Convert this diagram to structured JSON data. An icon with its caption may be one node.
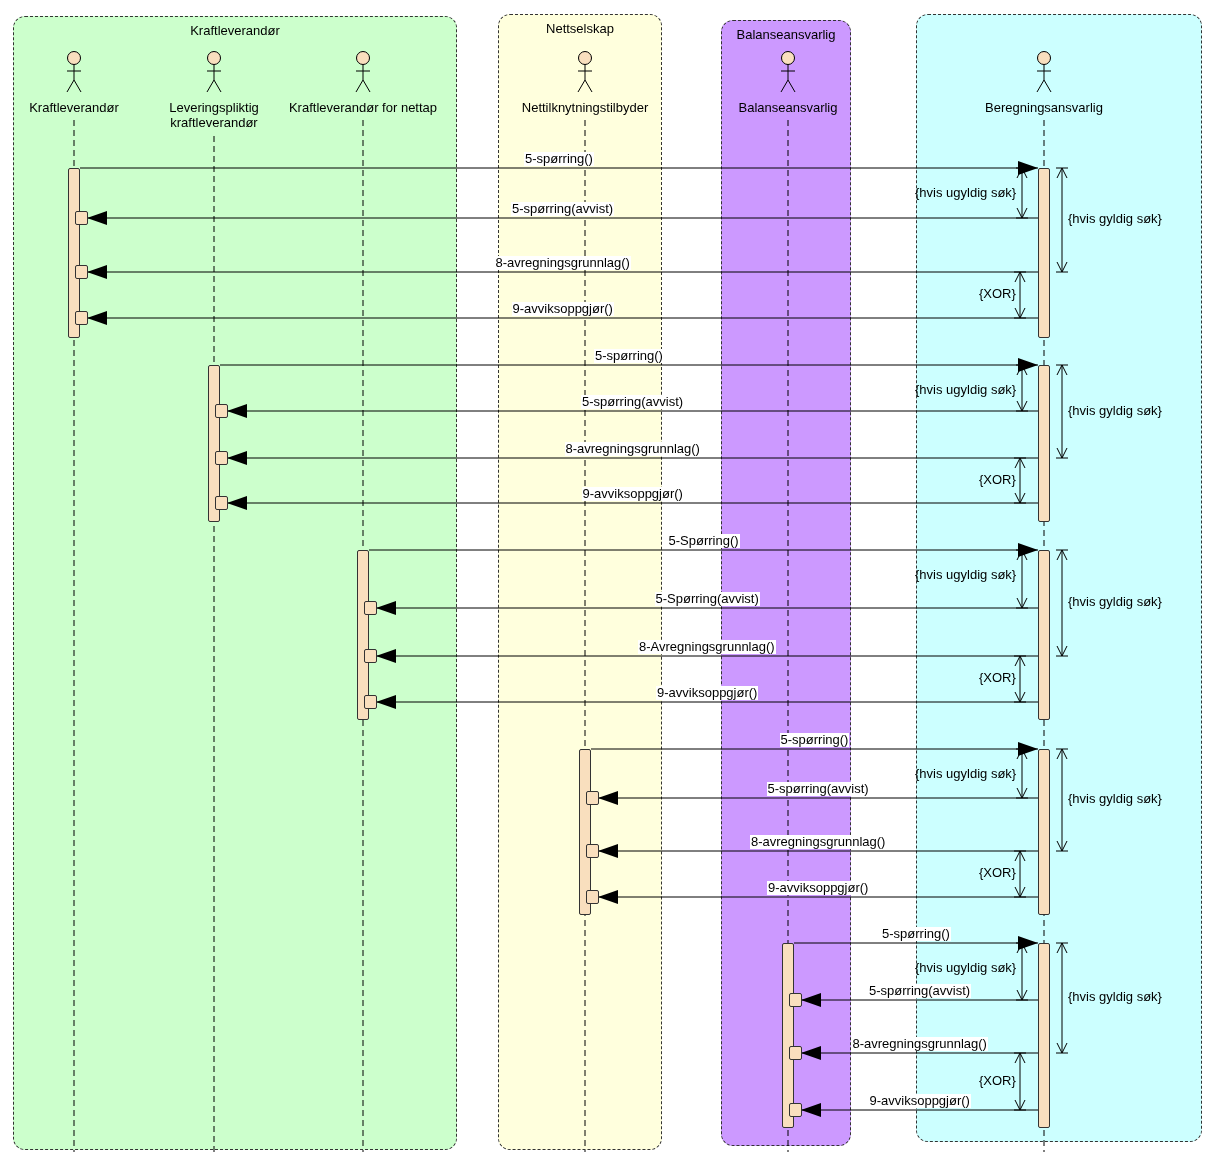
{
  "diagram": {
    "nodes": [
      {
        "text": [
          "Kraftleverandør"
        ]
      },
      {
        "text": [
          "Kraftleverandør"
        ],
        "in": 0
      },
      {
        "text": [
          "Leveringspliktig kraftleverandør"
        ],
        "in": 0
      },
      {
        "text": [
          "Kraftleverandør for nettap"
        ],
        "in": 0
      },
      {
        "text": [
          "Nettselskap"
        ]
      },
      {
        "text": [
          "Nettilknytningstilbyder"
        ],
        "in": 4
      },
      {
        "text": [
          "Balanseansvarlig"
        ]
      },
      {
        "text": [
          "Balanseansvarlig"
        ],
        "in": 6
      },
      {
        "text": [],
        "shape": "box"
      },
      {
        "text": [
          "Beregningsansvarlig"
        ],
        "in": 8
      },
      {
        "text": [],
        "shape": "bar",
        "in": 0
      },
      {
        "text": [],
        "shape": "bar",
        "in": 8
      },
      {
        "text": [],
        "shape": "bar",
        "in": 0
      },
      {
        "text": [],
        "shape": "bar",
        "in": 8
      },
      {
        "text": [],
        "shape": "bar",
        "in": 0
      },
      {
        "text": [],
        "shape": "bar",
        "in": 8
      },
      {
        "text": [],
        "shape": "bar",
        "in": 4
      },
      {
        "text": [],
        "shape": "bar",
        "in": 8
      },
      {
        "text": [],
        "shape": "bar",
        "in": 6
      },
      {
        "text": [],
        "shape": "bar",
        "in": 8
      }
    ],
    "edges": [
      {
        "from": 10,
        "to": 11,
        "arrow": "to",
        "label": "5-spørring()"
      },
      {
        "from": 11,
        "to": 10,
        "arrow": "to",
        "label": "5-spørring(avvist)"
      },
      {
        "from": 11,
        "to": 10,
        "arrow": "to",
        "label": "8-avregningsgrunnlag()"
      },
      {
        "from": 11,
        "to": 10,
        "arrow": "to",
        "label": "9-avviksoppgjør()"
      },
      {
        "from": 12,
        "to": 13,
        "arrow": "to",
        "label": "5-spørring()"
      },
      {
        "from": 13,
        "to": 12,
        "arrow": "to",
        "label": "5-spørring(avvist)"
      },
      {
        "from": 13,
        "to": 12,
        "arrow": "to",
        "label": "8-avregningsgrunnlag()"
      },
      {
        "from": 13,
        "to": 12,
        "arrow": "to",
        "label": "9-avviksoppgjør()"
      },
      {
        "from": 14,
        "to": 15,
        "arrow": "to",
        "label": "5-Spørring()"
      },
      {
        "from": 15,
        "to": 14,
        "arrow": "to",
        "label": "5-Spørring(avvist)"
      },
      {
        "from": 15,
        "to": 14,
        "arrow": "to",
        "label": "8-Avregningsgrunnlag()"
      },
      {
        "from": 15,
        "to": 14,
        "arrow": "to",
        "label": "9-avviksoppgjør()"
      },
      {
        "from": 16,
        "to": 17,
        "arrow": "to",
        "label": "5-spørring()"
      },
      {
        "from": 17,
        "to": 16,
        "arrow": "to",
        "label": "5-spørring(avvist)"
      },
      {
        "from": 17,
        "to": 16,
        "arrow": "to",
        "label": "8-avregningsgrunnlag()"
      },
      {
        "from": 17,
        "to": 16,
        "arrow": "to",
        "label": "9-avviksoppgjør()"
      },
      {
        "from": 18,
        "to": 19,
        "arrow": "to",
        "label": "5-spørring()"
      },
      {
        "from": 19,
        "to": 18,
        "arrow": "to",
        "label": "5-spørring(avvist)"
      },
      {
        "from": 19,
        "to": 18,
        "arrow": "to",
        "label": "8-avregningsgrunnlag()"
      },
      {
        "from": 19,
        "to": 18,
        "arrow": "to",
        "label": "9-avviksoppgjør()"
      }
    ],
    "labels": [
      "{hvis ugyldig søk}",
      "{hvis gyldig søk}",
      "{XOR}",
      "{hvis ugyldig søk}",
      "{hvis gyldig søk}",
      "{XOR}",
      "{hvis ugyldig søk}",
      "{hvis gyldig søk}",
      "{XOR}",
      "{hvis ugyldig søk}",
      "{hvis gyldig søk}",
      "{XOR}",
      "{hvis ugyldig søk}",
      "{hvis gyldig søk}",
      "{XOR}"
    ]
  }
}
